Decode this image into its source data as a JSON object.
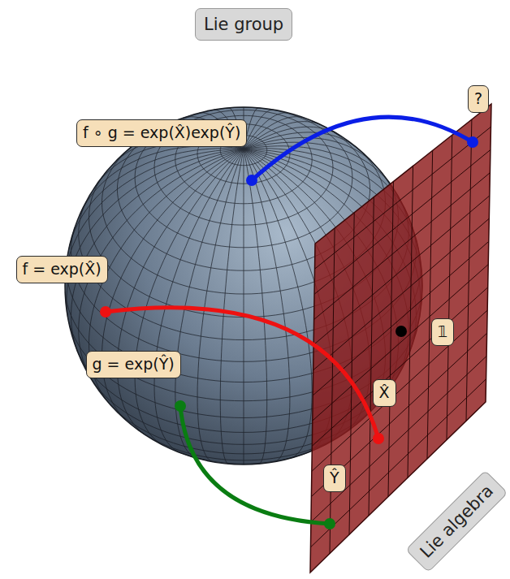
{
  "diagram": {
    "nodes": [
      {
        "text": [
          "Lie group"
        ]
      },
      {
        "text": [
          "f ∘ g = exp(X̂)exp(Ŷ)"
        ]
      },
      {
        "text": [
          "?"
        ]
      },
      {
        "text": [
          "f = exp(X̂)"
        ]
      },
      {
        "text": [
          "𝟙"
        ]
      },
      {
        "text": [
          "g = exp(Ŷ)"
        ]
      },
      {
        "text": [
          "X̂"
        ]
      },
      {
        "text": [
          "Ŷ"
        ]
      },
      {
        "text": [
          "Lie algebra"
        ]
      }
    ]
  }
}
